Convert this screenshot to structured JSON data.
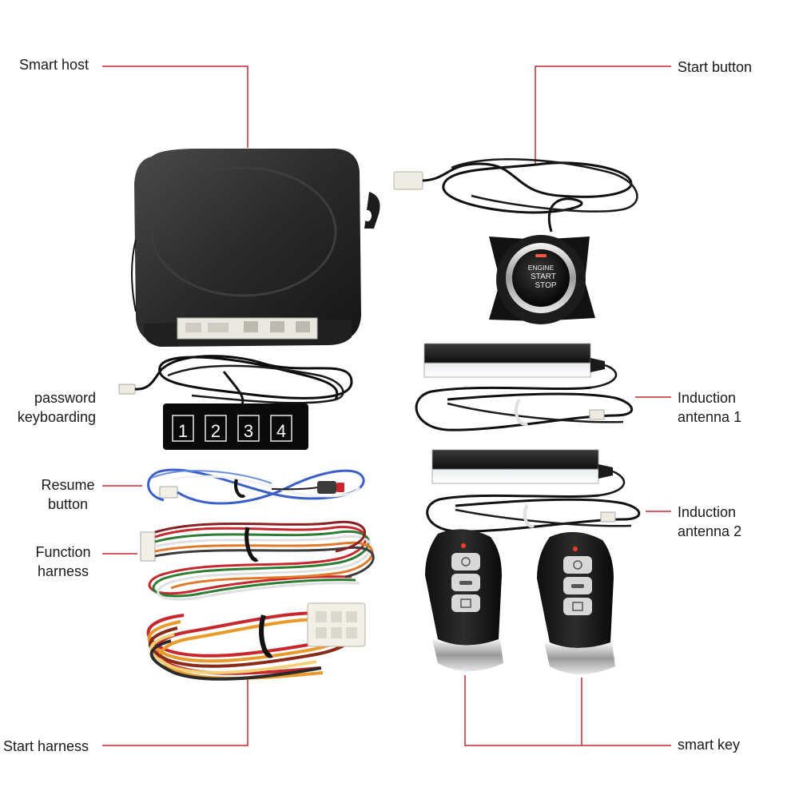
{
  "labels": {
    "smart_host": "Smart host",
    "start_button": "Start button",
    "password_keyboarding_1": "password",
    "password_keyboarding_2": "keyboarding",
    "induction_antenna_1_a": "Induction",
    "induction_antenna_1_b": "antenna 1",
    "resume_button_1": "Resume",
    "resume_button_2": "button",
    "induction_antenna_2_a": "Induction",
    "induction_antenna_2_b": "antenna 2",
    "function_harness_1": "Function",
    "function_harness_2": "harness",
    "start_harness": "Start harness",
    "smart_key": "smart key"
  },
  "keypad_digits": [
    "1",
    "2",
    "3",
    "4"
  ],
  "button_text": [
    "ENGINE",
    "START",
    "STOP"
  ],
  "colors": {
    "leader_line": "#c8282d",
    "housing": "#2b2b2b",
    "cable": "#111111",
    "blue_wire": "#3a5fcd",
    "connector": "#f2f0ea"
  }
}
